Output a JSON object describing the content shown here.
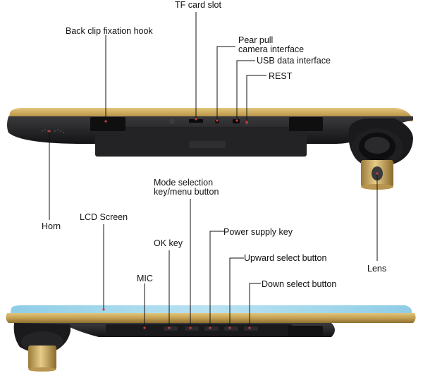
{
  "labels": {
    "tf_card_slot": "TF card slot",
    "back_clip_hook": "Back clip fixation hook",
    "pear_pull_line1": "Pear pull",
    "pear_pull_line2": "camera interface",
    "usb_data_interface": "USB data interface",
    "rest": "REST",
    "horn": "Horn",
    "lens": "Lens",
    "mode_selection_line1": "Mode selection",
    "mode_selection_line2": "key/menu button",
    "lcd_screen": "LCD Screen",
    "power_supply_key": "Power supply key",
    "ok_key": "OK key",
    "upward_select_button": "Upward select button",
    "mic": "MIC",
    "down_select_button": "Down select button"
  },
  "colors": {
    "gold": "#c6a55a",
    "body": "#1e1e20",
    "screen": "#a8d8ec",
    "leader": "#111111",
    "marker": "#d23a3a"
  }
}
